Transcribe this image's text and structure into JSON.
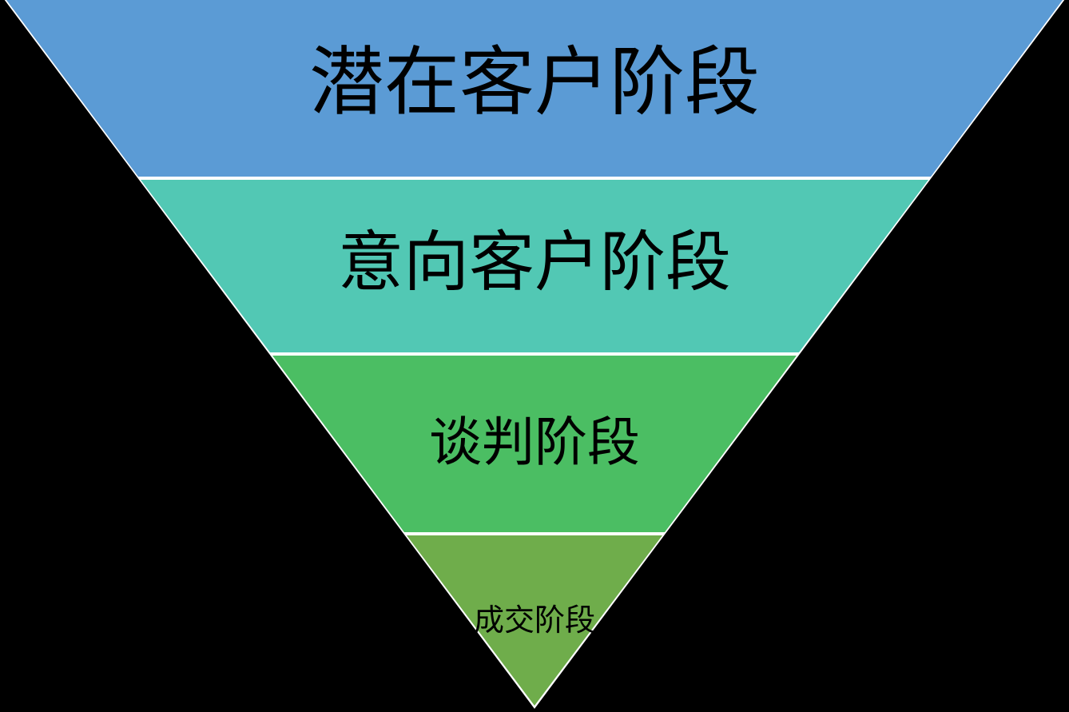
{
  "diagram": {
    "type": "inverted-pyramid-funnel",
    "background_color": "#000000",
    "outline_color": "#ffffff",
    "label_color": "#000000",
    "stages": [
      {
        "label": "潜在客户阶段",
        "color": "#5B9BD5"
      },
      {
        "label": "意向客户阶段",
        "color": "#52C8B4"
      },
      {
        "label": "谈判阶段",
        "color": "#4BBE63"
      },
      {
        "label": "成交阶段",
        "color": "#6FAD4B"
      }
    ]
  }
}
